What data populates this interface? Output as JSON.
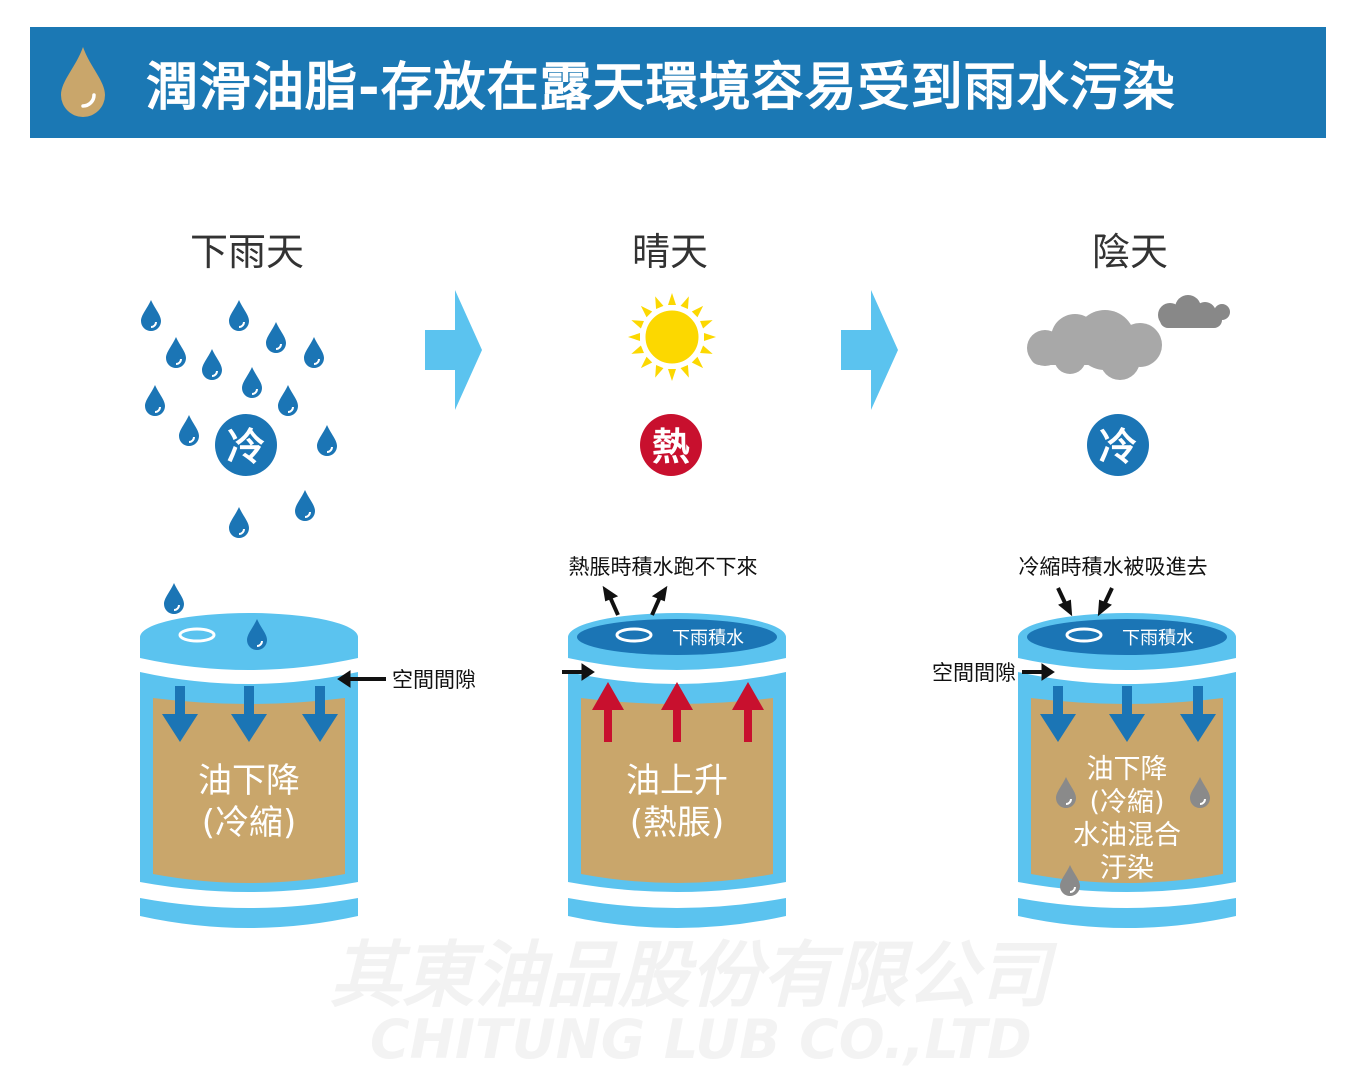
{
  "header": {
    "title": "潤滑油脂-存放在露天環境容易受到雨水污染",
    "icon": "oil-drop-icon"
  },
  "watermark": {
    "company_zh": "其東油品股份有限公司",
    "company_en": "CHITUNG LUB CO.,LTD"
  },
  "stages": [
    {
      "weather": "下雨天",
      "temp_badge": "冷",
      "side_label": "空間間隙",
      "oil_lines": [
        "油下降",
        "(冷縮)"
      ]
    },
    {
      "weather": "晴天",
      "temp_badge": "熱",
      "top_label": "熱脹時積水跑不下來",
      "puddle_label": "下雨積水",
      "oil_lines": [
        "油上升",
        "(熱脹)"
      ]
    },
    {
      "weather": "陰天",
      "temp_badge": "冷",
      "top_label": "冷縮時積水被吸進去",
      "puddle_label": "下雨積水",
      "side_label": "空間間隙",
      "oil_lines": [
        "油下降",
        "(冷縮)",
        "水油混合",
        "汙染"
      ]
    }
  ],
  "colors": {
    "banner": "#1b78b4",
    "barrel": "#5bc3ef",
    "oil": "#c9a66b",
    "cold": "#1b75b5",
    "hot": "#c8102e",
    "flow_arrow": "#5bc3ef"
  }
}
